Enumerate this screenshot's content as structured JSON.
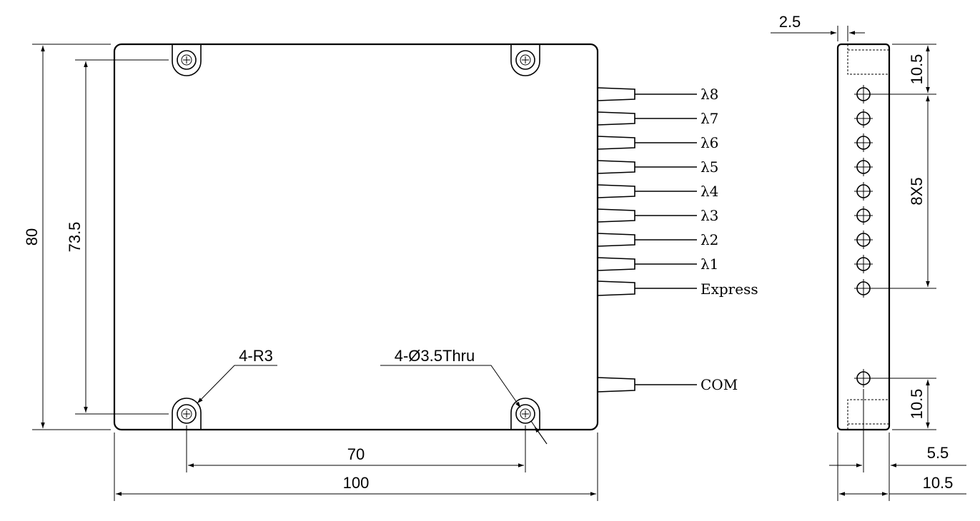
{
  "dimensions": {
    "height_total": "80",
    "hole_vertical_spacing": "73.5",
    "width_total": "100",
    "hole_horizontal_spacing": "70",
    "corner_radius_note": "4-R3",
    "hole_note": "4-Ø3.5Thru",
    "side_thickness_lip": "2.5",
    "side_top_offset": "10.5",
    "side_port_pitch": "8X5",
    "side_bottom_offset": "10.5",
    "side_port_inset": "5.5",
    "side_depth": "10.5"
  },
  "ports": [
    "λ8",
    "λ7",
    "λ6",
    "λ5",
    "λ4",
    "λ3",
    "λ2",
    "λ1",
    "Express",
    "COM"
  ]
}
